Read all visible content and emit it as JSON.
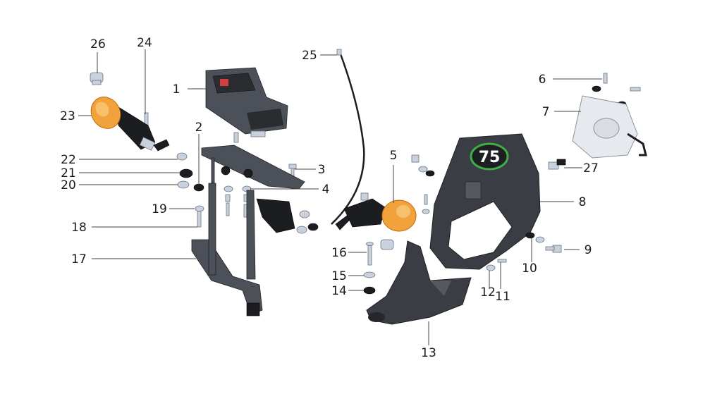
{
  "diagram": {
    "callouts": [
      {
        "id": "1",
        "label": "1"
      },
      {
        "id": "2",
        "label": "2"
      },
      {
        "id": "3",
        "label": "3"
      },
      {
        "id": "4",
        "label": "4"
      },
      {
        "id": "5",
        "label": "5"
      },
      {
        "id": "6",
        "label": "6"
      },
      {
        "id": "7",
        "label": "7"
      },
      {
        "id": "8",
        "label": "8"
      },
      {
        "id": "9",
        "label": "9"
      },
      {
        "id": "10",
        "label": "10"
      },
      {
        "id": "11",
        "label": "11"
      },
      {
        "id": "12",
        "label": "12"
      },
      {
        "id": "13",
        "label": "13"
      },
      {
        "id": "14",
        "label": "14"
      },
      {
        "id": "15",
        "label": "15"
      },
      {
        "id": "16",
        "label": "16"
      },
      {
        "id": "17",
        "label": "17"
      },
      {
        "id": "18",
        "label": "18"
      },
      {
        "id": "19",
        "label": "19"
      },
      {
        "id": "20",
        "label": "20"
      },
      {
        "id": "21",
        "label": "21"
      },
      {
        "id": "22",
        "label": "22"
      },
      {
        "id": "23",
        "label": "23"
      },
      {
        "id": "24",
        "label": "24"
      },
      {
        "id": "25",
        "label": "25"
      },
      {
        "id": "26",
        "label": "26"
      },
      {
        "id": "27",
        "label": "27"
      }
    ],
    "fairing_number": "75",
    "colors": {
      "amber_lens": "#f2a23a",
      "body_grey": "#4c5058",
      "fairing_dark": "#3a3d44",
      "badge_green": "#3fae49"
    }
  }
}
